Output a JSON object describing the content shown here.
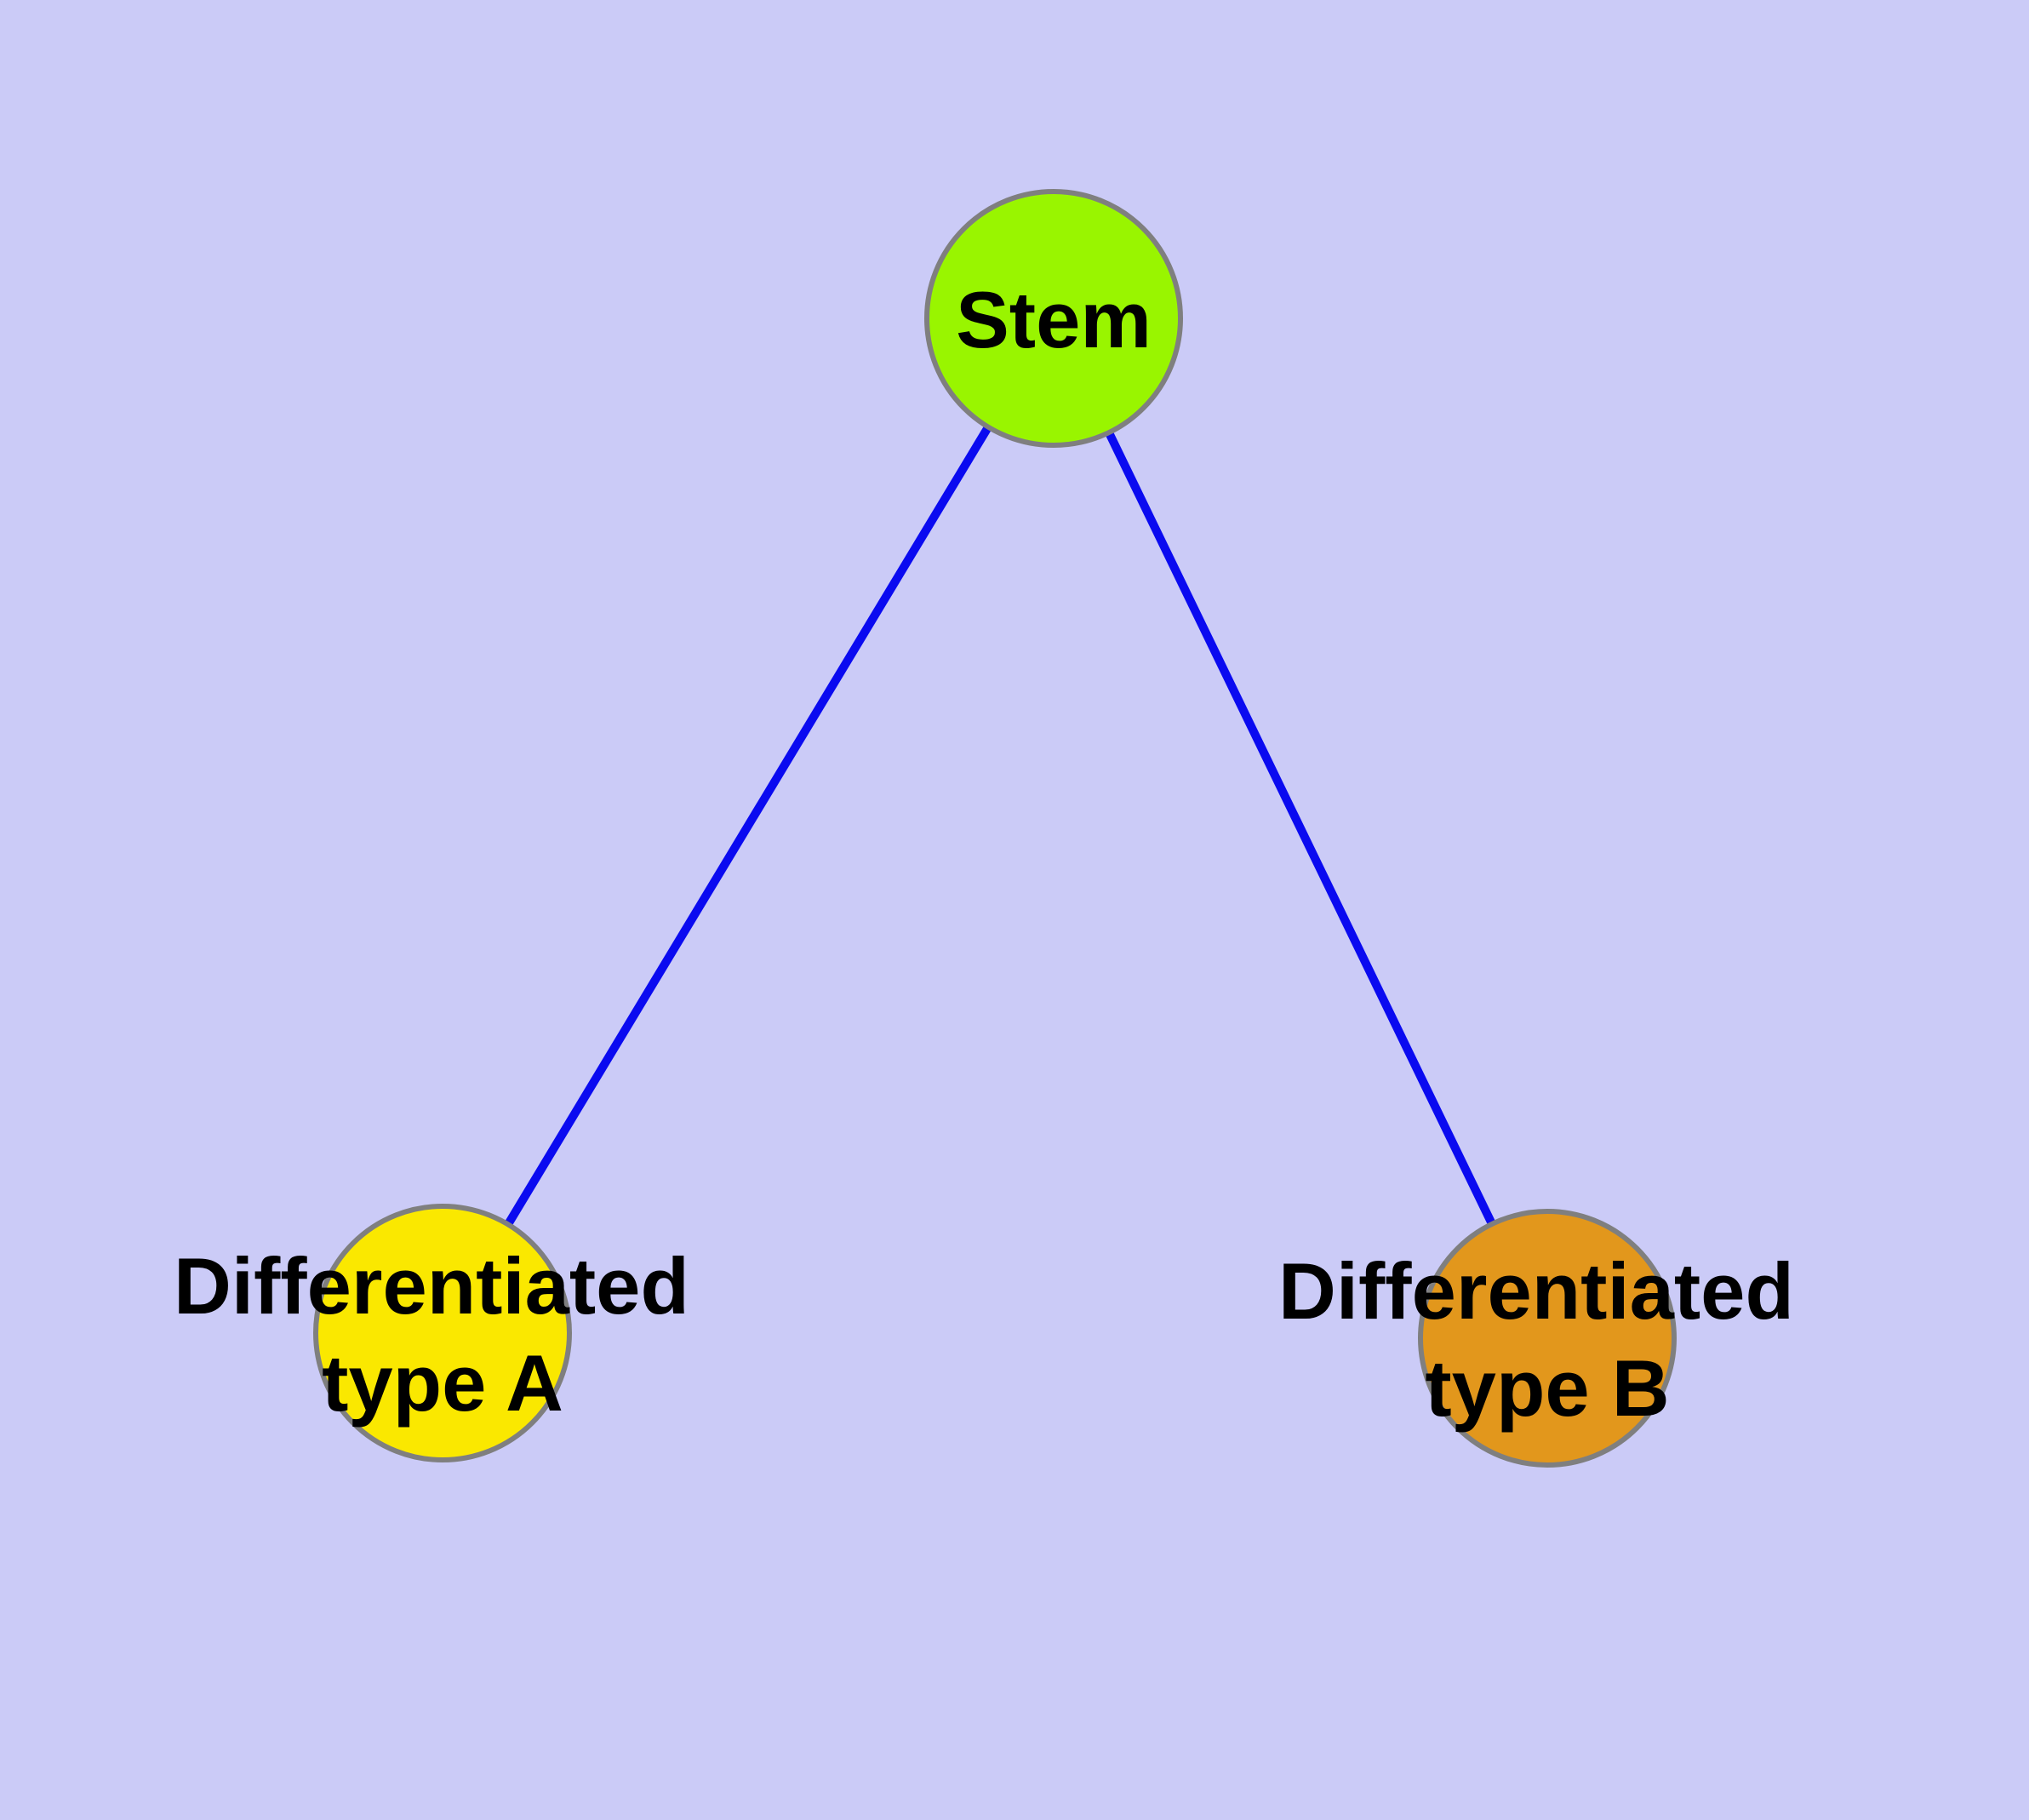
{
  "diagram_type": "node-link-graph",
  "colors": {
    "background": "#cbcbf7",
    "edge": "#0a0af0",
    "node_border": "#7f7f7f",
    "label": "#000000"
  },
  "nodes": [
    {
      "id": "stem",
      "lines": [
        "Stem"
      ],
      "color": "#99f500"
    },
    {
      "id": "diff-a",
      "lines": [
        "Differentiated",
        "type A"
      ],
      "color": "#fae800"
    },
    {
      "id": "diff-b",
      "lines": [
        "Differentiated",
        "type B"
      ],
      "color": "#e2971c"
    }
  ],
  "edges": [
    {
      "from": "stem",
      "to": "diff-a"
    },
    {
      "from": "stem",
      "to": "diff-b"
    }
  ]
}
